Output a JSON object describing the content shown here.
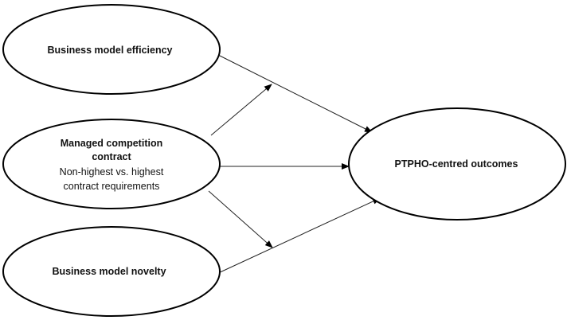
{
  "diagram": {
    "nodes": {
      "efficiency": {
        "label": "Business model efficiency"
      },
      "contract": {
        "title_line1": "Managed competition",
        "title_line2": "contract",
        "sub_line1": "Non-highest vs. highest",
        "sub_line2": "contract requirements"
      },
      "novelty": {
        "label": "Business model novelty"
      },
      "outcomes": {
        "label": "PTPHO-centred outcomes"
      }
    },
    "edges": [
      {
        "from": "Business model efficiency",
        "to": "PTPHO-centred outcomes"
      },
      {
        "from": "Managed competition contract",
        "to": "Business model efficiency to PTPHO-centred outcomes path"
      },
      {
        "from": "Managed competition contract",
        "to": "PTPHO-centred outcomes"
      },
      {
        "from": "Managed competition contract",
        "to": "Business model novelty to PTPHO-centred outcomes path"
      },
      {
        "from": "Business model novelty",
        "to": "PTPHO-centred outcomes"
      }
    ]
  }
}
